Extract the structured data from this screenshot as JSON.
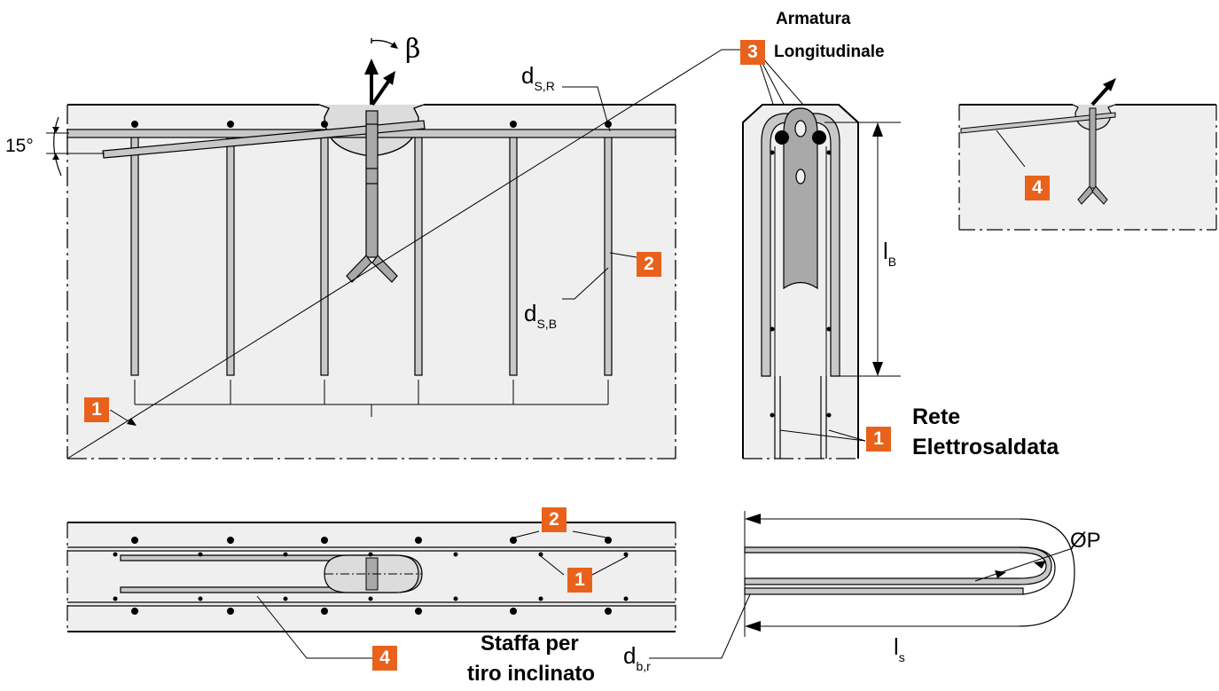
{
  "labels": {
    "armatura_l1": "Armatura",
    "armatura_l2": "Longitudinale",
    "rete_l1": "Rete",
    "rete_l2": "Elettrosaldata",
    "staffa_l1": "Staffa per",
    "staffa_l2": "tiro inclinato",
    "angle": "15°",
    "beta": "β",
    "dsr_main": "d",
    "dsr_sub": "S,R",
    "dsb_main": "d",
    "dsb_sub": "S,B",
    "lb_main": "l",
    "lb_sub": "B",
    "ls_main": "l",
    "ls_sub": "s",
    "dbr_main": "d",
    "dbr_sub": "b,r",
    "diameter": "ØP"
  },
  "markers": [
    "1",
    "2",
    "3",
    "4"
  ],
  "colors": {
    "accent": "#e8621c",
    "concrete": "#efefef",
    "rebar": "#c8c8c8",
    "anchor": "#a9a9a9",
    "line": "#000000"
  }
}
